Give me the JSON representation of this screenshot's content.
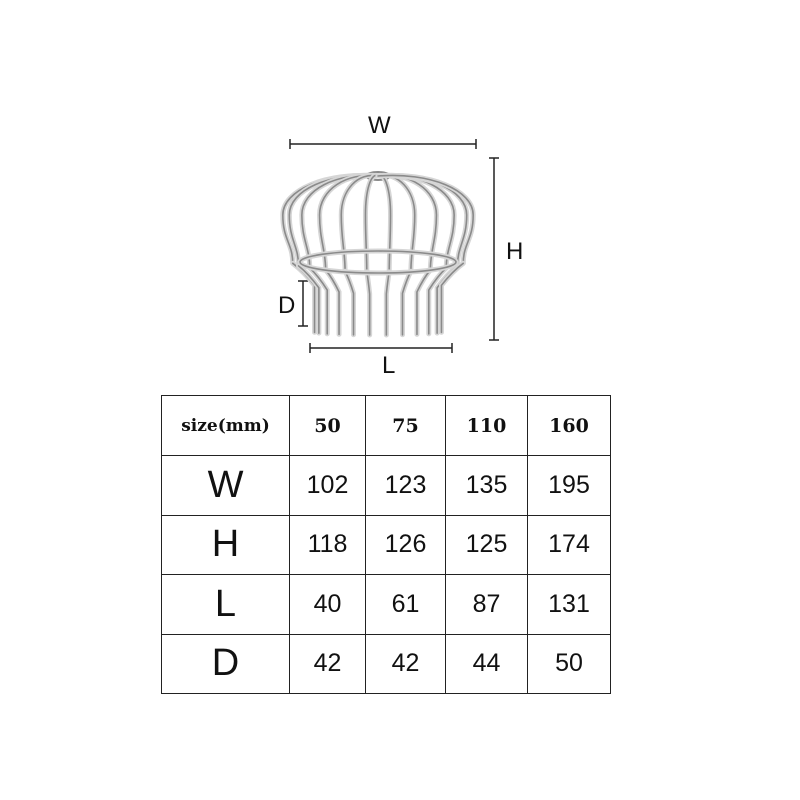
{
  "diagram": {
    "labels": {
      "w": "W",
      "h": "H",
      "d": "D",
      "l": "L"
    }
  },
  "table": {
    "corner": "size(mm)",
    "columns": [
      "50",
      "75",
      "110",
      "160"
    ],
    "rows": [
      {
        "label": "W",
        "values": [
          "102",
          "123",
          "135",
          "195"
        ]
      },
      {
        "label": "H",
        "values": [
          "118",
          "126",
          "125",
          "174"
        ]
      },
      {
        "label": "L",
        "values": [
          "40",
          "61",
          "87",
          "131"
        ]
      },
      {
        "label": "D",
        "values": [
          "42",
          "42",
          "44",
          "50"
        ]
      }
    ]
  },
  "colors": {
    "line": "#222222",
    "wire": "#8a8a8a",
    "wire_light": "#d6d6d6"
  }
}
